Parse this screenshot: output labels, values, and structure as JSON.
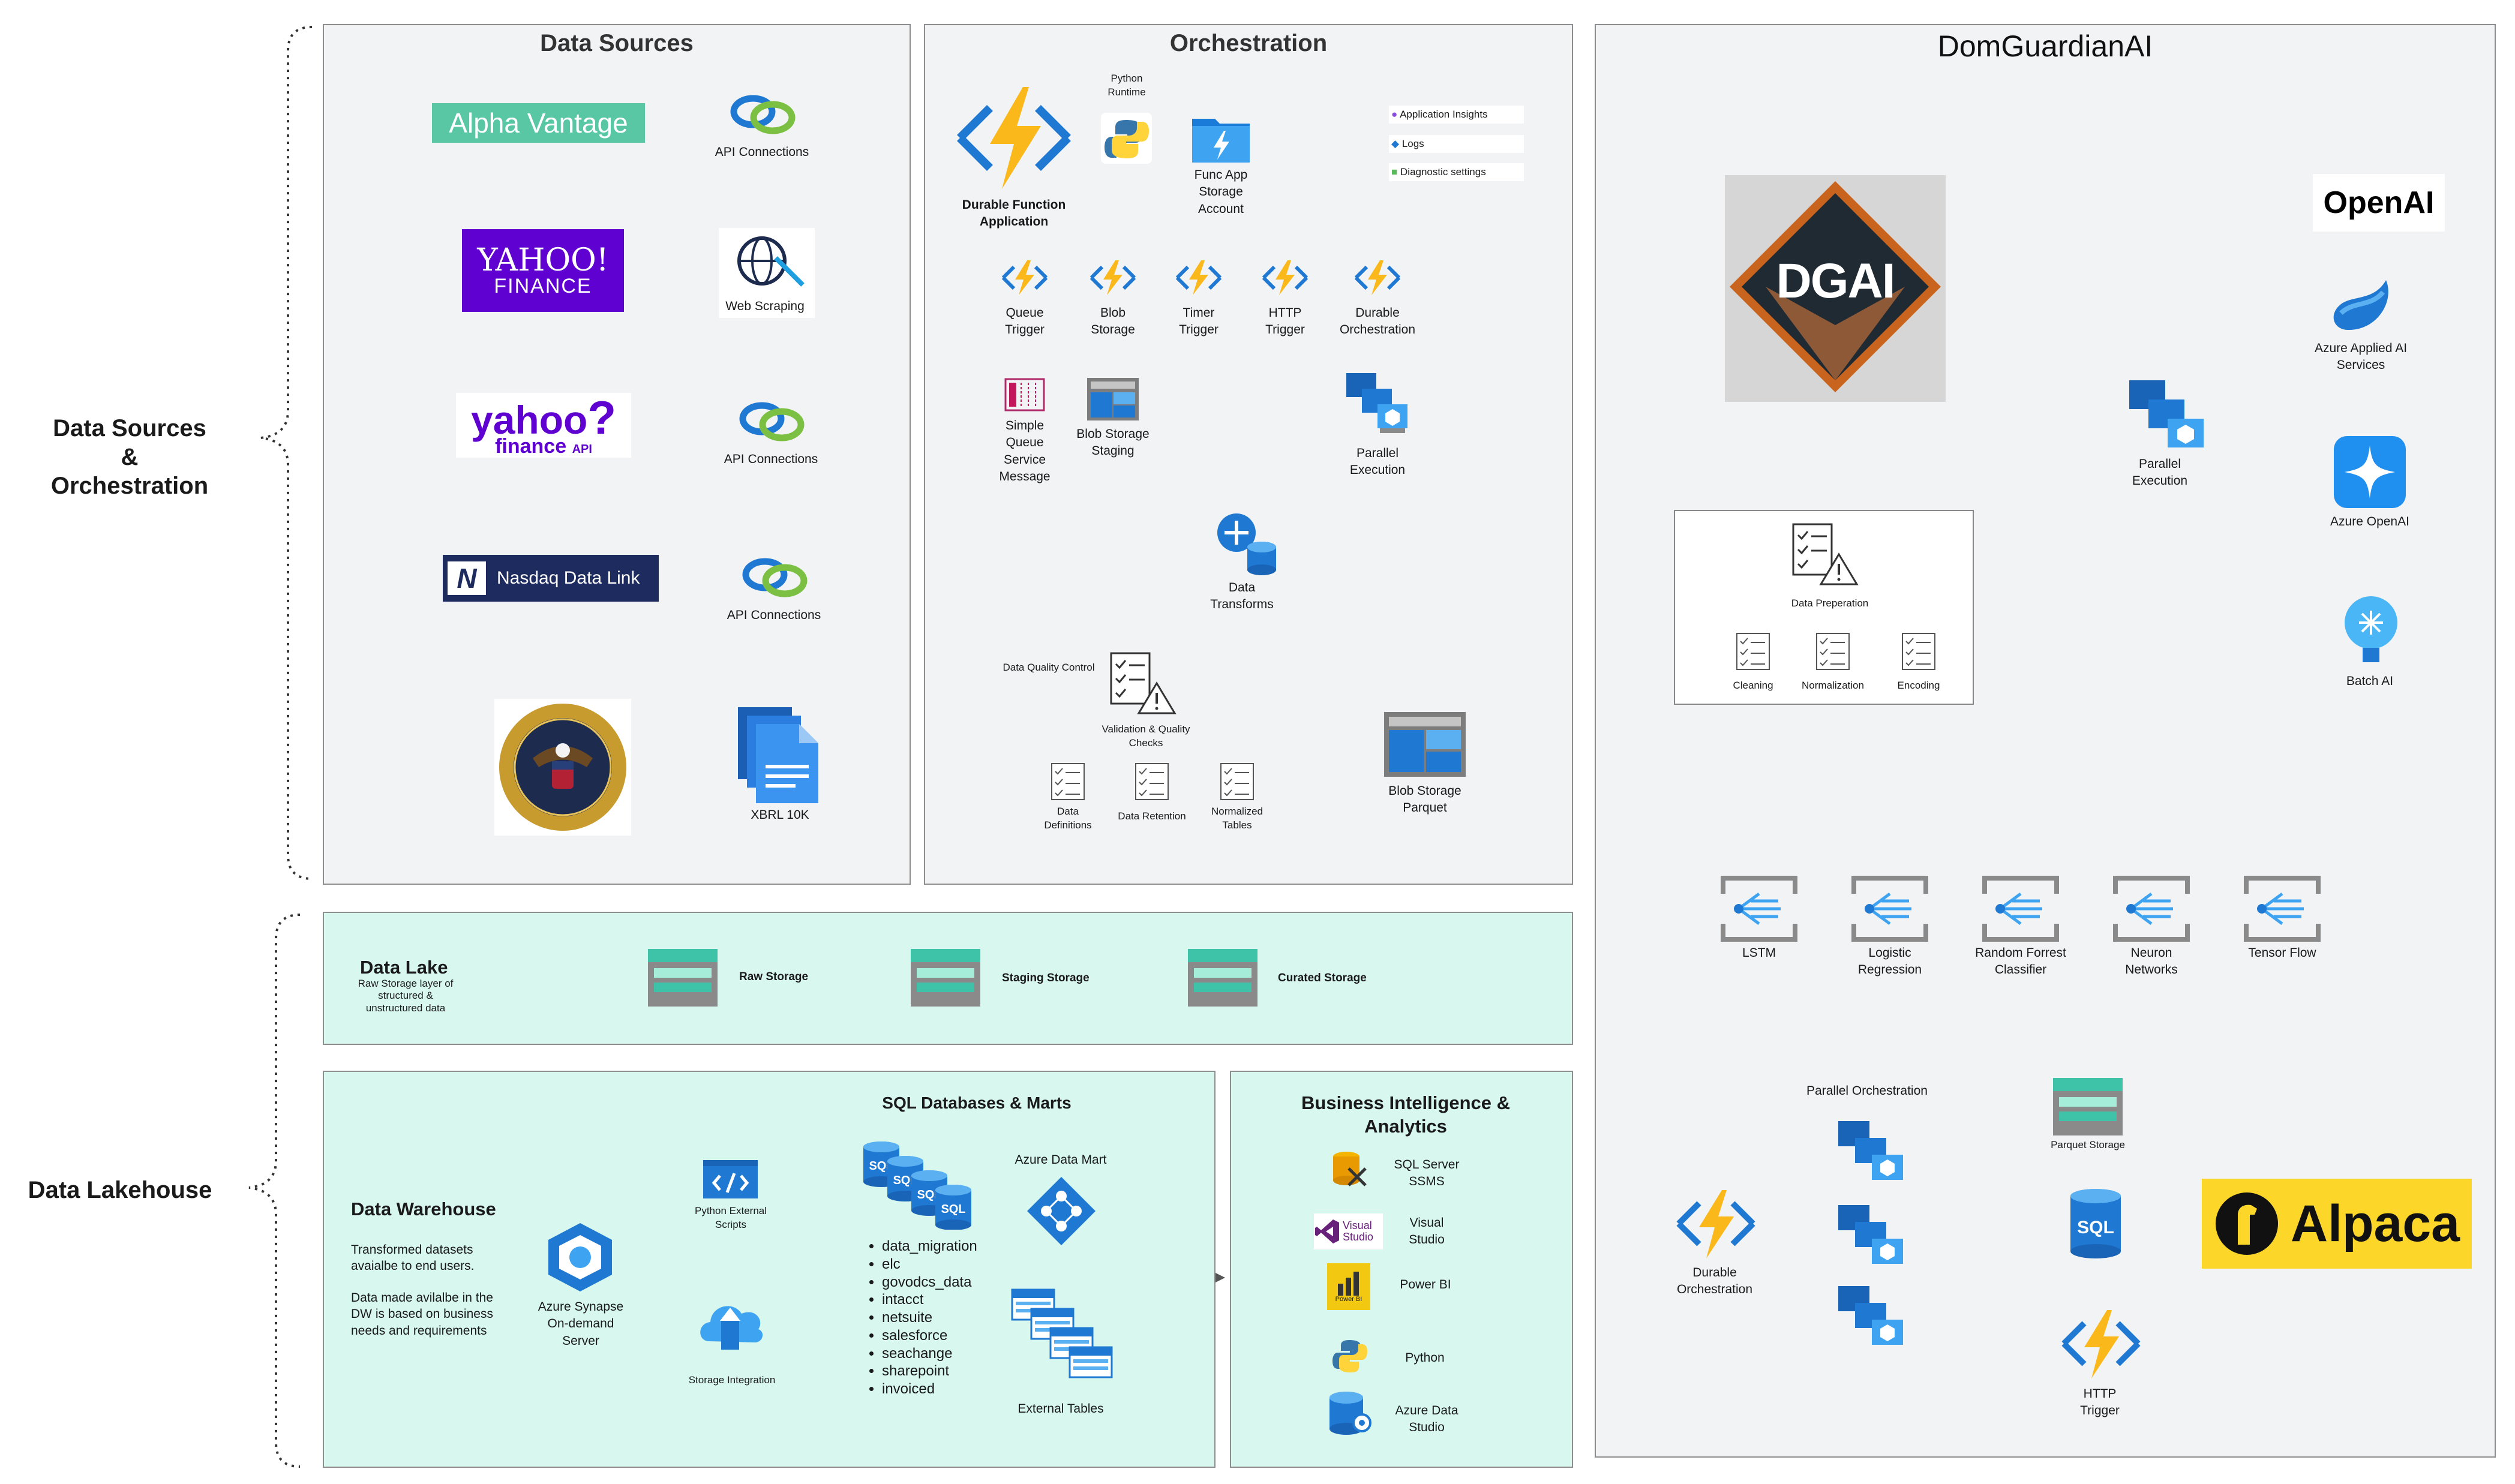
{
  "side_labels": {
    "orchestration": [
      "Data Sources",
      "&",
      "Orchestration"
    ],
    "lakehouse": "Data Lakehouse"
  },
  "data_sources": {
    "title": "Data Sources",
    "logos": {
      "alpha_vantage": "Alpha Vantage",
      "yahoo_finance_1": "YAHOO!",
      "yahoo_finance_2": "FINANCE",
      "yahoo_api_1": "yahoo",
      "yahoo_api_2": "finance",
      "yahoo_api_3": "API",
      "nasdaq": "Nasdaq Data Link"
    },
    "api_connections_1": "API Connections",
    "web_scraping": "Web Scraping",
    "api_connections_2": "API Connections",
    "api_connections_3": "API Connections",
    "xbrl": "XBRL 10K"
  },
  "orchestration": {
    "title": "Orchestration",
    "durable_function": [
      "Durable Function",
      "Application"
    ],
    "python_runtime": [
      "Python",
      "Runtime"
    ],
    "func_app_storage": [
      "Func App",
      "Storage",
      "Account"
    ],
    "app_insights": "Application Insights",
    "logs": "Logs",
    "diagnostic": "Diagnostic settings",
    "triggers": [
      {
        "l1": "Queue",
        "l2": "Trigger"
      },
      {
        "l1": "Blob",
        "l2": "Storage"
      },
      {
        "l1": "Timer",
        "l2": "Trigger"
      },
      {
        "l1": "HTTP",
        "l2": "Trigger"
      },
      {
        "l1": "Durable",
        "l2": "Orchestration"
      }
    ],
    "simple_queue": [
      "Simple",
      "Queue",
      "Service",
      "Message"
    ],
    "blob_staging": [
      "Blob Storage",
      "Staging"
    ],
    "parallel_exec": [
      "Parallel",
      "Execution"
    ],
    "data_transforms": [
      "Data",
      "Transforms"
    ],
    "dq_control": "Data Quality Control",
    "validation": [
      "Validation & Quality",
      "Checks"
    ],
    "data_definitions": [
      "Data",
      "Definitions"
    ],
    "data_retention": "Data Retention",
    "normalized_tables": [
      "Normalized",
      "Tables"
    ],
    "blob_parquet": [
      "Blob Storage",
      "Parquet"
    ]
  },
  "domguardian": {
    "title": "DomGuardianAI",
    "dgai_logo": "DGAI",
    "openai": "OpenAI",
    "azure_applied": [
      "Azure Applied AI",
      "Services"
    ],
    "azure_openai": "Azure OpenAI",
    "batch_ai": "Batch AI",
    "parallel_exec": [
      "Parallel",
      "Execution"
    ],
    "data_prep": "Data Preperation",
    "cleaning": "Cleaning",
    "normalization": "Normalization",
    "encoding": "Encoding",
    "models": [
      {
        "l1": "LSTM",
        "l2": ""
      },
      {
        "l1": "Logistic",
        "l2": "Regression"
      },
      {
        "l1": "Random Forrest",
        "l2": "Classifier"
      },
      {
        "l1": "Neuron",
        "l2": "Networks"
      },
      {
        "l1": "Tensor Flow",
        "l2": ""
      }
    ],
    "parallel_orch": "Parallel Orchestration",
    "durable_orch": [
      "Durable",
      "Orchestration"
    ],
    "parquet_storage": "Parquet Storage",
    "http_trigger": [
      "HTTP",
      "Trigger"
    ],
    "alpaca": "Alpaca"
  },
  "data_lake": {
    "title": "Data Lake",
    "desc": [
      "Raw Storage layer of",
      "structured &",
      "unstructured data"
    ],
    "raw": "Raw Storage",
    "staging": "Staging Storage",
    "curated": "Curated Storage"
  },
  "warehouse": {
    "title": "Data Warehouse",
    "desc1": [
      "Transformed datasets",
      "avaialbe to end users."
    ],
    "desc2": [
      "Data made avilalbe in the",
      "DW is based on business",
      "needs and requirements"
    ],
    "synapse": [
      "Azure Synapse",
      "On-demand",
      "Server"
    ],
    "python_scripts": [
      "Python External",
      "Scripts"
    ],
    "storage_integration": "Storage Integration",
    "sql_title": "SQL Databases & Marts",
    "sql_icon_text": "SQL",
    "azure_data_mart": "Azure Data Mart",
    "external_tables": "External Tables",
    "databases": [
      "data_migration",
      "elc",
      "govodcs_data",
      "intacct",
      "netsuite",
      "salesforce",
      "seachange",
      "sharepoint",
      "invoiced"
    ]
  },
  "bi": {
    "title": [
      "Business Intelligence &",
      "Analytics"
    ],
    "sql_server": [
      "SQL Server",
      "SSMS"
    ],
    "visual_studio": [
      "Visual",
      "Studio"
    ],
    "vs_logo": [
      "Visual",
      "Studio"
    ],
    "power_bi": "Power BI",
    "python": "Python",
    "azure_data_studio": [
      "Azure Data",
      "Studio"
    ]
  },
  "colors": {
    "panel": "#f2f3f5",
    "mint": "#d7f7ef",
    "azure": "#0078d4",
    "yellow": "#f7c42a",
    "teal": "#3ec3a8",
    "purple": "#5f01d1"
  }
}
